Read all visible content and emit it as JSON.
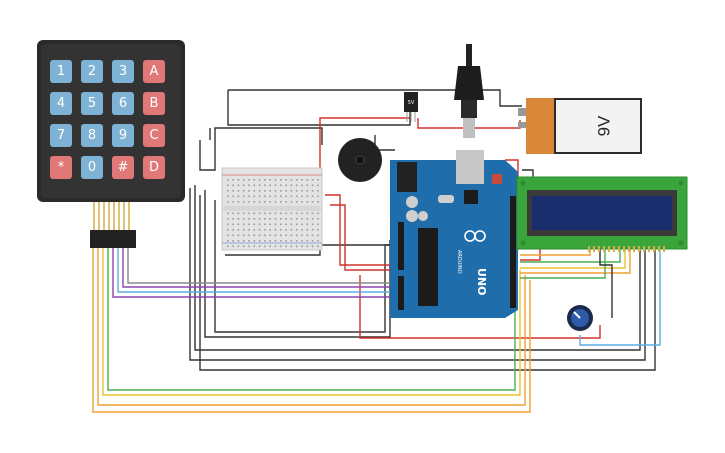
{
  "keypad": {
    "keys": [
      {
        "label": "1",
        "color": "#7fb3d5"
      },
      {
        "label": "2",
        "color": "#7fb3d5"
      },
      {
        "label": "3",
        "color": "#7fb3d5"
      },
      {
        "label": "A",
        "color": "#e07878"
      },
      {
        "label": "4",
        "color": "#7fb3d5"
      },
      {
        "label": "5",
        "color": "#7fb3d5"
      },
      {
        "label": "6",
        "color": "#7fb3d5"
      },
      {
        "label": "B",
        "color": "#e07878"
      },
      {
        "label": "7",
        "color": "#7fb3d5"
      },
      {
        "label": "8",
        "color": "#7fb3d5"
      },
      {
        "label": "9",
        "color": "#7fb3d5"
      },
      {
        "label": "C",
        "color": "#e07878"
      },
      {
        "label": "*",
        "color": "#e07878"
      },
      {
        "label": "0",
        "color": "#7fb3d5"
      },
      {
        "label": "#",
        "color": "#e07878"
      },
      {
        "label": "D",
        "color": "#e07878"
      }
    ]
  },
  "battery": {
    "label": "9V"
  },
  "regulator": {
    "label": "5V"
  },
  "arduino": {
    "brand": "UNO",
    "subtitle": "ARDUINO"
  },
  "colors": {
    "board_blue": "#1f6eab",
    "breadboard": "#e3e3e3",
    "lcd_frame": "#3aa53a",
    "lcd_screen": "#1a2e6e",
    "wire_black": "#333333",
    "wire_red": "#d0312d",
    "wire_green": "#4caf50",
    "wire_orange": "#f0a030",
    "wire_purple": "#8e44ad",
    "wire_blue": "#5dade2"
  }
}
